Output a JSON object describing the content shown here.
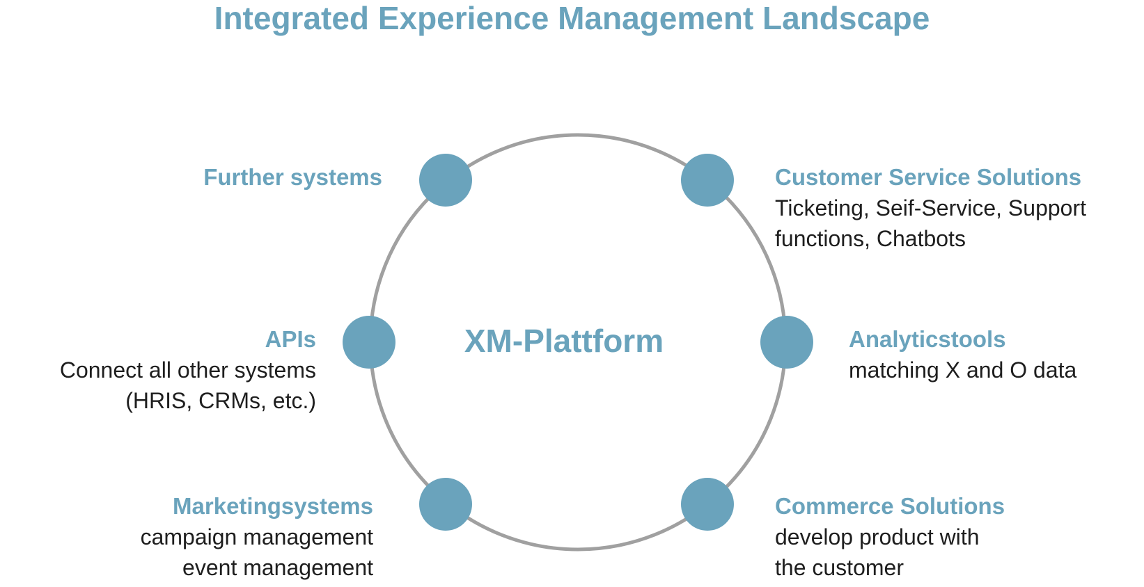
{
  "title": "Integrated Experience Management Landscape",
  "center": "XM-Plattform",
  "colors": {
    "accent": "#6aa3bc",
    "ring": "#a0a0a0",
    "text": "#1e1e1e"
  },
  "nodes": {
    "further_systems": {
      "heading": "Further systems"
    },
    "customer_service": {
      "heading": "Customer Service Solutions",
      "lines": [
        "Ticketing, Seif-Service, Support",
        "functions, Chatbots"
      ]
    },
    "apis": {
      "heading": "APIs",
      "lines": [
        "Connect all other systems",
        "(HRIS, CRMs, etc.)"
      ]
    },
    "analytics": {
      "heading": "Analyticstools",
      "lines": [
        "matching X and O data"
      ]
    },
    "marketing": {
      "heading": "Marketingsystems",
      "lines": [
        "campaign management",
        "event management"
      ]
    },
    "commerce": {
      "heading": "Commerce Solutions",
      "lines": [
        "develop product with",
        "the customer"
      ]
    }
  }
}
